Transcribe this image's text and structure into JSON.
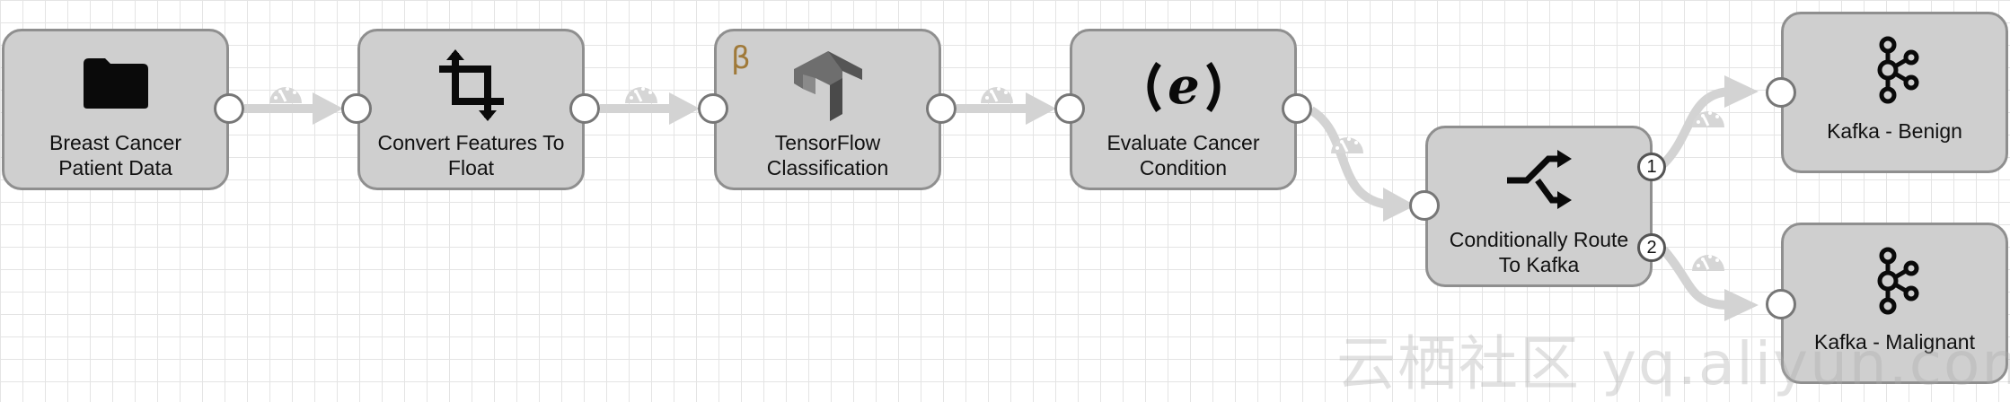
{
  "nodes": {
    "breast_cancer": {
      "label_line1": "Breast Cancer",
      "label_line2": "Patient Data",
      "icon": "folder-icon"
    },
    "convert_features": {
      "label_line1": "Convert Features To",
      "label_line2": "Float",
      "icon": "crop-icon"
    },
    "tensorflow": {
      "label_line1": "TensorFlow",
      "label_line2": "Classification",
      "icon": "tensorflow-icon",
      "badge": "β"
    },
    "evaluate": {
      "label_line1": "Evaluate Cancer",
      "label_line2": "Condition",
      "icon": "expression-icon"
    },
    "route": {
      "label_line1": "Conditionally Route",
      "label_line2": "To Kafka",
      "icon": "shuffle-icon",
      "port1": "1",
      "port2": "2"
    },
    "kafka_benign": {
      "label": "Kafka - Benign",
      "icon": "kafka-icon"
    },
    "kafka_malignant": {
      "label": "Kafka - Malignant",
      "icon": "kafka-icon"
    }
  },
  "watermark": "云栖社区 yq.aliyun.com",
  "colors": {
    "node_fill": "#cfcfcf",
    "node_border": "#8f8f8f",
    "connector": "#d3d3d3",
    "beta": "#a07a3a"
  }
}
